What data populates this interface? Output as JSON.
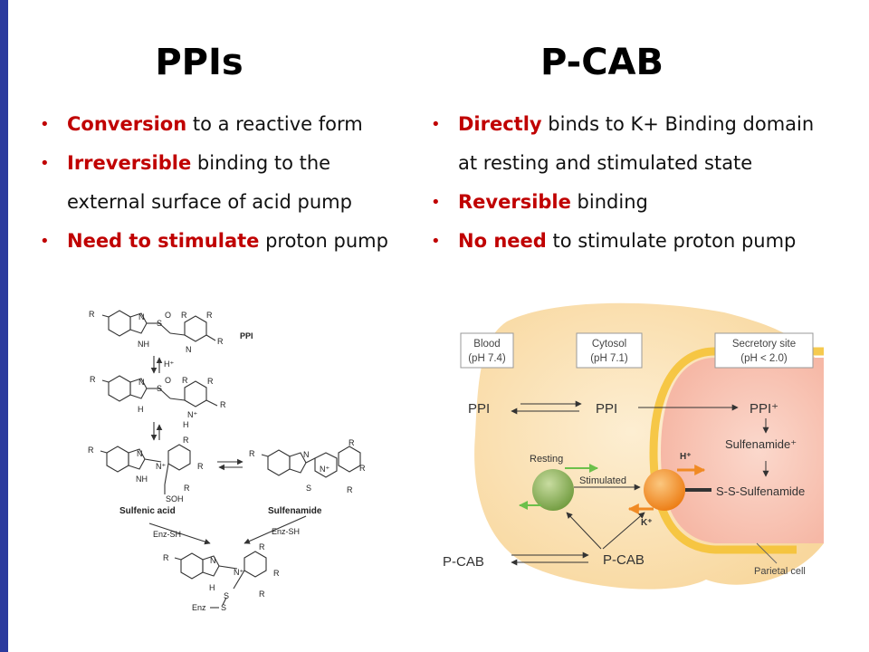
{
  "slide": {
    "left": {
      "title": "PPIs",
      "bullets": [
        {
          "keyword": "Conversion",
          "text": " to a reactive form"
        },
        {
          "keyword": "Irreversible",
          "text": " binding to the"
        },
        {
          "keyword": "",
          "text": "external   surface of acid pump"
        },
        {
          "keyword": "Need to stimulate",
          "text": " proton pump"
        }
      ]
    },
    "right": {
      "title": "P-CAB",
      "bullets": [
        {
          "keyword": "Directly",
          "text": " binds to K+ Binding domain"
        },
        {
          "keyword": "",
          "text": "at resting and stimulated state"
        },
        {
          "keyword": "Reversible",
          "text": " binding"
        },
        {
          "keyword": "No need",
          "text": " to stimulate proton pump"
        }
      ]
    },
    "colors": {
      "accent_red": "#c00000",
      "left_bar": "#2b3a9e",
      "cell_fill": "#fbe3b8",
      "secretory_fill": "#f8c9bd",
      "resting_green": "#6f9a3d",
      "stimulated_orange": "#f08a24"
    }
  },
  "chem": {
    "ppi_label": "PPI",
    "h_plus": "H⁺",
    "sulfenic_acid": "Sulfenic acid",
    "sulfenamide": "Sulfenamide",
    "enz_sh": "Enz-SH",
    "enz_s": "Enz",
    "atoms": {
      "R1": "R",
      "R2": "R",
      "R3": "R",
      "R4": "R",
      "N": "N",
      "H": "H",
      "S": "S",
      "O": "O",
      "NH": "NH",
      "SOH": "SOH",
      "Nplus": "N⁺"
    }
  },
  "mech": {
    "blood": {
      "line1": "Blood",
      "line2": "(pH 7.4)"
    },
    "cytosol": {
      "line1": "Cytosol",
      "line2": "(pH 7.1)"
    },
    "secretory": {
      "line1": "Secretory site",
      "line2": "(pH < 2.0)"
    },
    "ppi_blood": "PPI",
    "ppi_cytosol": "PPI",
    "ppi_plus": "PPI⁺",
    "sulfenamide_plus": "Sulfenamide⁺",
    "ss_sulfenamide": "S-S-Sulfenamide",
    "resting": "Resting",
    "stimulated": "Stimulated",
    "h_plus": "H⁺",
    "k_plus": "K⁺",
    "pcab_blood": "P-CAB",
    "pcab_cytosol": "P-CAB",
    "parietal_cell": "Parietal cell"
  }
}
